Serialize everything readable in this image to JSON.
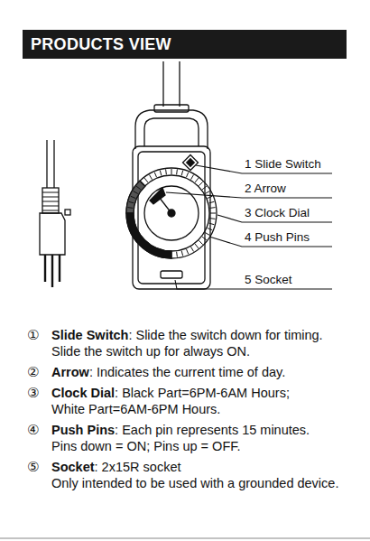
{
  "diagram": {
    "title": "PRODUCTS VIEW",
    "labels": [
      "1 Slide Switch",
      "2 Arrow",
      "3 Clock Dial",
      "4 Push Pins",
      "5 Socket",
      "①",
      "Slide Switch",
      ": Slide the switch down for timing. Slide the switch up for always ON.",
      "②",
      "Arrow",
      ": Indicates the current time of day.",
      "③",
      "Clock Dial",
      ": Black Part=6PM-6AM Hours;",
      "White Part=6AM-6PM Hours.",
      "④",
      "Push Pins",
      ": Each pin represents 15 minutes.",
      "Pins down = ON; Pins up = OFF.",
      "⑤",
      "Socket",
      ": 2x15R socket",
      "Only intended to be used with a grounded device."
    ]
  }
}
